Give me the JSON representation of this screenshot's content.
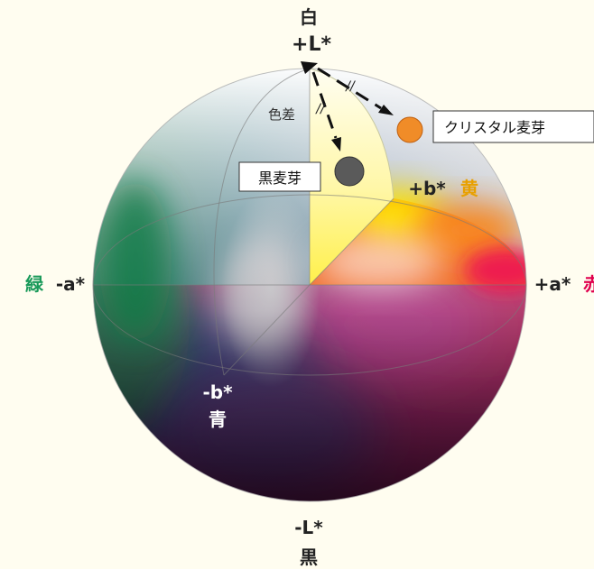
{
  "axes": {
    "top_word": "白",
    "top_symbol": "+L*",
    "bottom_symbol": "-L*",
    "bottom_word": "黒",
    "right_symbol": "+a*",
    "right_word": "赤",
    "left_symbol": "-a*",
    "left_word": "緑",
    "yellow_symbol": "+b*",
    "yellow_word": "黄",
    "blue_symbol": "-b*",
    "blue_word": "青"
  },
  "annotations": {
    "color_difference": "色差",
    "black_malt": "黒麦芽",
    "crystal_malt": "クリスタル麦芽",
    "equal_mark": "//"
  },
  "colors": {
    "crystal_malt_dot": "#f08c28",
    "black_malt_dot": "#5a5a5a",
    "yellow_label": "#e8a000",
    "red_label": "#e0004e",
    "green_label": "#1a9a5a",
    "blue_label": "#2a3a8a",
    "background": "#fffdf0"
  }
}
